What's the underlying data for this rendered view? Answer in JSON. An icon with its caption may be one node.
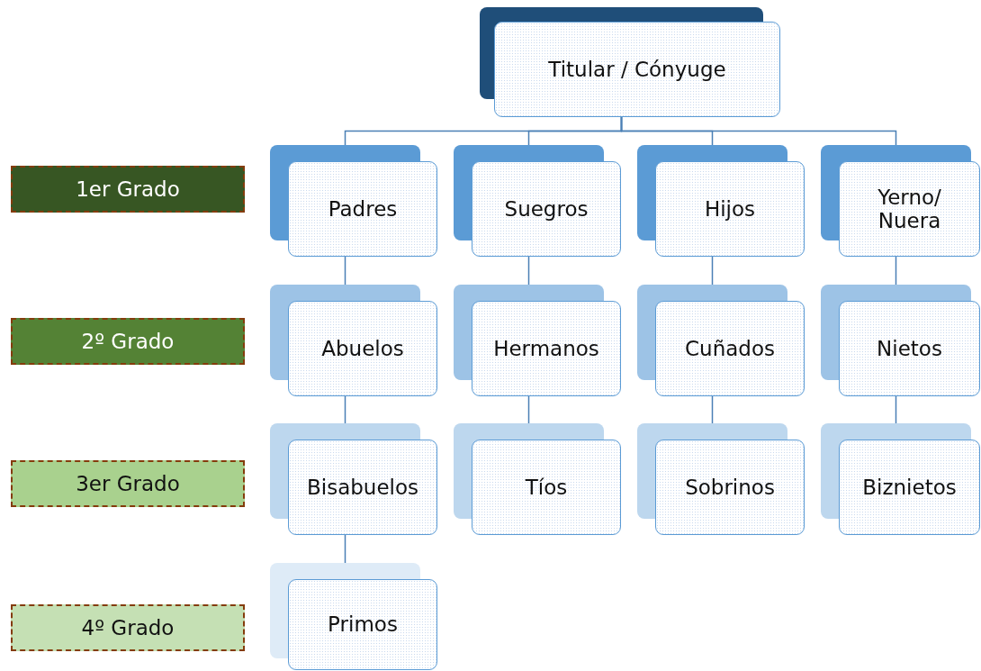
{
  "diagram": {
    "nodes": [
      {
        "text": [
          "Titular / Cónyuge"
        ]
      },
      {
        "text": [
          "Padres"
        ]
      },
      {
        "text": [
          "Suegros"
        ]
      },
      {
        "text": [
          "Hijos"
        ]
      },
      {
        "text": [
          "Yerno/ Nuera"
        ]
      },
      {
        "text": [
          "Abuelos"
        ]
      },
      {
        "text": [
          "Hermanos"
        ]
      },
      {
        "text": [
          "Cuñados"
        ]
      },
      {
        "text": [
          "Nietos"
        ]
      },
      {
        "text": [
          "Bisabuelos"
        ]
      },
      {
        "text": [
          "Tíos"
        ]
      },
      {
        "text": [
          "Sobrinos"
        ]
      },
      {
        "text": [
          "Biznietos"
        ]
      },
      {
        "text": [
          "Primos"
        ]
      },
      {
        "text": [
          "1er Grado"
        ]
      },
      {
        "text": [
          "2º Grado"
        ]
      },
      {
        "text": [
          "3er Grado"
        ]
      },
      {
        "text": [
          "4º Grado"
        ]
      }
    ],
    "edges": [
      {
        "from": 0,
        "to": 1,
        "arrow": "none"
      },
      {
        "from": 0,
        "to": 2,
        "arrow": "none"
      },
      {
        "from": 0,
        "to": 3,
        "arrow": "none"
      },
      {
        "from": 0,
        "to": 4,
        "arrow": "none"
      },
      {
        "from": 1,
        "to": 5,
        "arrow": "none"
      },
      {
        "from": 5,
        "to": 9,
        "arrow": "none"
      },
      {
        "from": 9,
        "to": 13,
        "arrow": "none"
      },
      {
        "from": 2,
        "to": 6,
        "arrow": "none"
      },
      {
        "from": 6,
        "to": 10,
        "arrow": "none"
      },
      {
        "from": 3,
        "to": 7,
        "arrow": "none"
      },
      {
        "from": 7,
        "to": 11,
        "arrow": "none"
      },
      {
        "from": 4,
        "to": 8,
        "arrow": "none"
      },
      {
        "from": 8,
        "to": 12,
        "arrow": "none"
      }
    ]
  }
}
